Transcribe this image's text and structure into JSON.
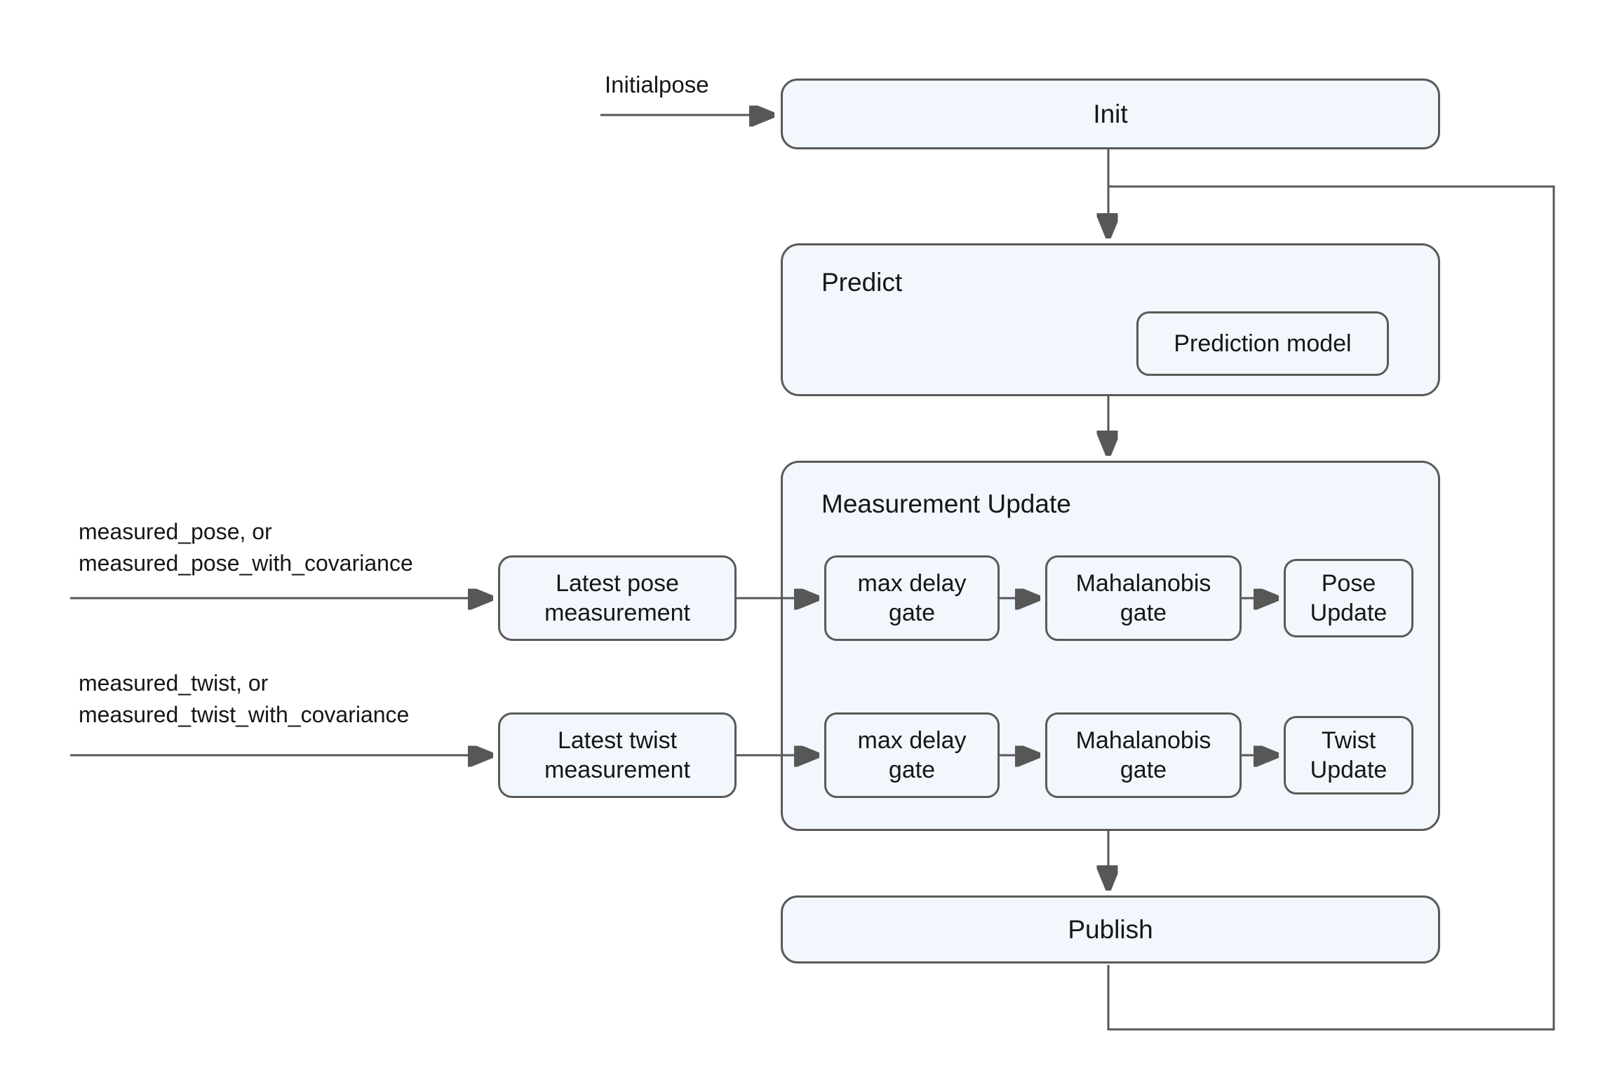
{
  "diagram": {
    "colors": {
      "background": "#ffffff",
      "node_fill": "#f1f7fc",
      "node_border": "#595959",
      "connector": "#575757",
      "text_color": "#161616"
    },
    "inputs": {
      "initialpose": {
        "label": "Initialpose"
      },
      "pose": {
        "label": "measured_pose, or\nmeasured_pose_with_covariance"
      },
      "twist": {
        "label": "measured_twist, or\nmeasured_twist_with_covariance"
      }
    },
    "nodes": {
      "init": {
        "label": "Init"
      },
      "predict": {
        "title": "Predict"
      },
      "prediction_model": {
        "label": "Prediction model"
      },
      "measurement_update": {
        "title": "Measurement Update"
      },
      "latest_pose": {
        "label": "Latest pose\nmeasurement"
      },
      "latest_twist": {
        "label": "Latest twist\nmeasurement"
      },
      "pose_max_delay_gate": {
        "label": "max delay\ngate"
      },
      "pose_mahalanobis_gate": {
        "label": "Mahalanobis\ngate"
      },
      "pose_update": {
        "label": "Pose\nUpdate"
      },
      "twist_max_delay_gate": {
        "label": "max delay\ngate"
      },
      "twist_mahalanobis_gate": {
        "label": "Mahalanobis\ngate"
      },
      "twist_update": {
        "label": "Twist\nUpdate"
      },
      "publish": {
        "label": "Publish"
      }
    }
  }
}
